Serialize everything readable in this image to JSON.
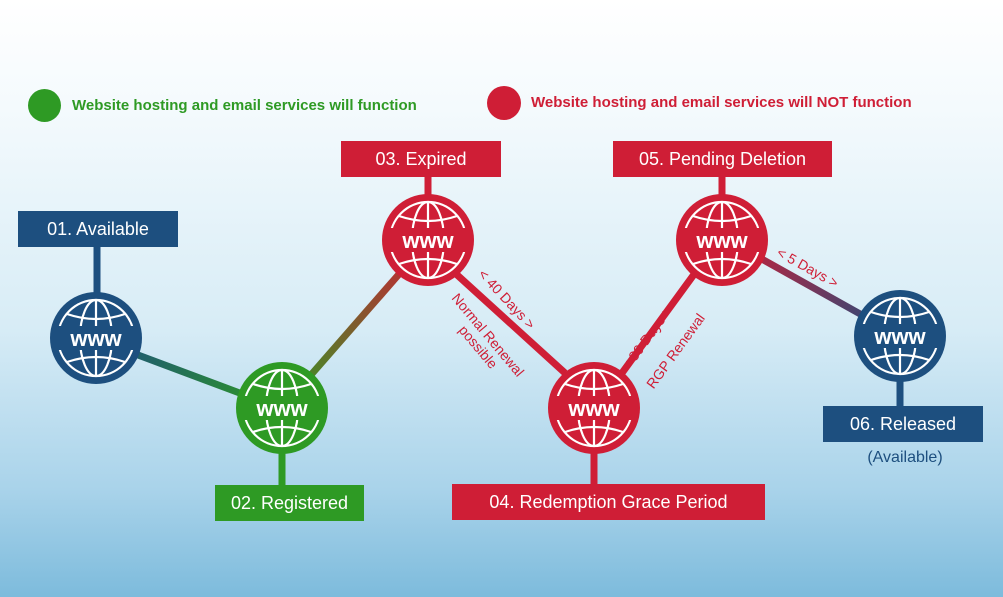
{
  "colors": {
    "green": "#2e9a24",
    "red": "#cf1e36",
    "blue": "#1d4f7f",
    "sub_text": "#1d4f7f"
  },
  "legend": {
    "function_text": "Website hosting and email services will function",
    "not_function_text": "Website hosting and email services will NOT function"
  },
  "globe": {
    "label": "www",
    "icon": "www-globe-icon"
  },
  "stages": {
    "available": {
      "label": "01. Available",
      "status": "available"
    },
    "registered": {
      "label": "02. Registered",
      "status": "functioning"
    },
    "expired": {
      "label": "03. Expired",
      "status": "not-functioning"
    },
    "redemption": {
      "label": "04. Redemption Grace Period",
      "status": "not-functioning"
    },
    "pending": {
      "label": "05. Pending Deletion",
      "status": "not-functioning"
    },
    "released": {
      "label": "06. Released",
      "sub_label": "(Available)",
      "status": "available"
    }
  },
  "transitions": {
    "expired_to_redemption": {
      "duration": "< 40 Days >",
      "note_line1": "Normal Renewal",
      "note_line2": "possible"
    },
    "redemption_to_pending": {
      "duration": "< 30 Days >",
      "note": "RGP Renewal"
    },
    "pending_to_released": {
      "duration": "< 5 Days >"
    }
  }
}
